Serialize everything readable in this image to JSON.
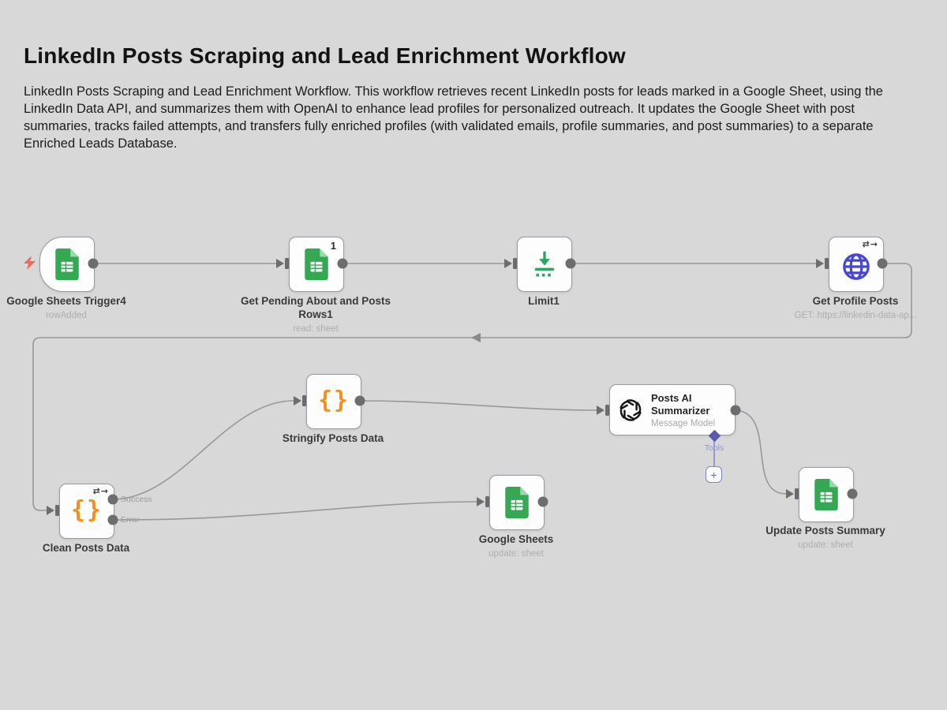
{
  "header": {
    "title": "LinkedIn Posts Scraping and Lead Enrichment Workflow",
    "description": "LinkedIn Posts Scraping and Lead Enrichment Workflow. This workflow retrieves recent LinkedIn posts for leads marked in a Google Sheet, using the LinkedIn Data API, and summarizes them with OpenAI to enhance lead profiles for personalized outreach. It updates the Google Sheet with post summaries, tracks failed attempts, and transfers fully enriched profiles (with validated emails, profile summaries, and post summaries) to a separate Enriched Leads Database."
  },
  "colors": {
    "canvas_bg": "#d8d8d8",
    "node_bg": "#fdfdfd",
    "node_border": "#979aa0",
    "edge": "#98989c",
    "google_sheets_green": "#34a853",
    "limit_green": "#27a862",
    "http_indigo": "#4646cf",
    "code_orange": "#f1901d",
    "trigger_bolt_red": "#f0685e",
    "tools_purple": "#5a5aad"
  },
  "nodes": {
    "trigger": {
      "label": "Google Sheets Trigger4",
      "subtitle": "rowAdded",
      "icon": "google-sheets-icon"
    },
    "get_pending": {
      "label": "Get Pending About and Posts Rows1",
      "subtitle": "read: sheet",
      "badge": "1",
      "icon": "google-sheets-icon"
    },
    "limit": {
      "label": "Limit1",
      "icon": "limit-icon"
    },
    "get_profile": {
      "label": "Get Profile Posts",
      "subtitle": "GET: https://linkedin-data-ap...",
      "settings_glyphs": "⇄→",
      "icon": "globe-icon"
    },
    "stringify": {
      "label": "Stringify Posts Data",
      "icon": "code-braces-icon",
      "braces": "{}"
    },
    "posts_ai": {
      "label": "Posts AI Summarizer",
      "subtitle": "Message Model",
      "icon": "openai-icon",
      "tools_label": "Tools",
      "plus_label": "+"
    },
    "clean": {
      "label": "Clean Posts Data",
      "settings_glyphs": "⇄→",
      "icon": "code-braces-icon",
      "braces": "{}",
      "output_success": "Success",
      "output_error": "Error"
    },
    "gsheets": {
      "label": "Google Sheets",
      "subtitle": "update: sheet",
      "icon": "google-sheets-icon"
    },
    "update": {
      "label": "Update Posts Summary",
      "subtitle": "update: sheet",
      "icon": "google-sheets-icon"
    }
  }
}
